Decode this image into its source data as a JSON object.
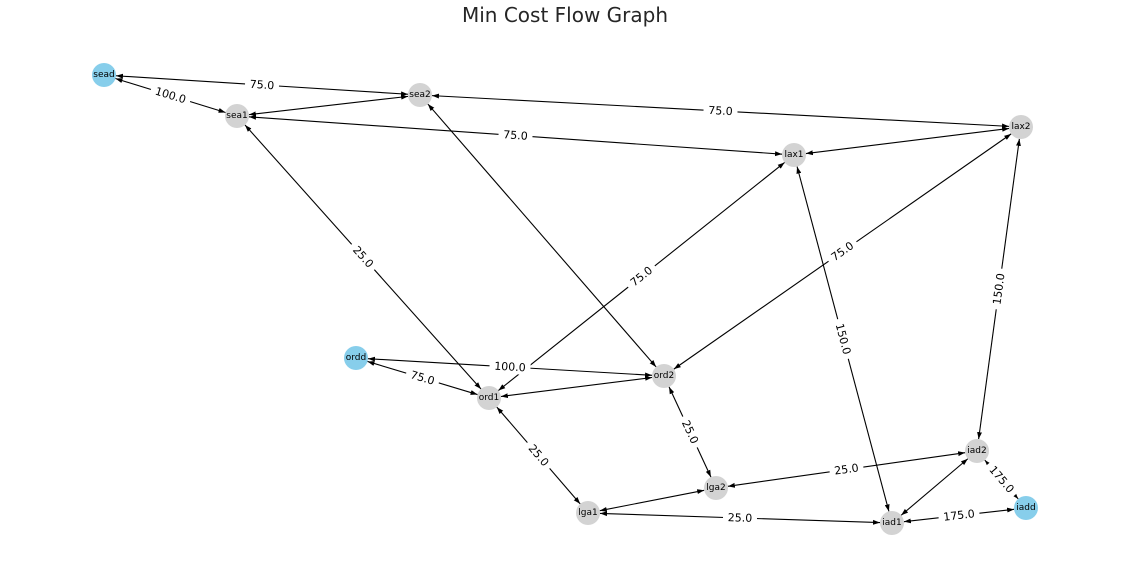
{
  "title": "Min Cost Flow Graph",
  "colors": {
    "terminal_node": "#87ceeb",
    "intermediate_node": "#d3d3d3",
    "edge": "#000000"
  },
  "nodes": [
    {
      "id": "sead",
      "label": "sead",
      "kind": "terminal"
    },
    {
      "id": "sea1",
      "label": "sea1",
      "kind": "intermediate"
    },
    {
      "id": "sea2",
      "label": "sea2",
      "kind": "intermediate"
    },
    {
      "id": "lax1",
      "label": "lax1",
      "kind": "intermediate"
    },
    {
      "id": "lax2",
      "label": "lax2",
      "kind": "intermediate"
    },
    {
      "id": "ordd",
      "label": "ordd",
      "kind": "terminal"
    },
    {
      "id": "ord1",
      "label": "ord1",
      "kind": "intermediate"
    },
    {
      "id": "ord2",
      "label": "ord2",
      "kind": "intermediate"
    },
    {
      "id": "lga1",
      "label": "lga1",
      "kind": "intermediate"
    },
    {
      "id": "lga2",
      "label": "lga2",
      "kind": "intermediate"
    },
    {
      "id": "iad1",
      "label": "iad1",
      "kind": "intermediate"
    },
    {
      "id": "iad2",
      "label": "iad2",
      "kind": "intermediate"
    },
    {
      "id": "iadd",
      "label": "iadd",
      "kind": "terminal"
    }
  ],
  "edges": [
    {
      "from": "sead",
      "to": "sea1",
      "label": "100.0",
      "bidirectional": true
    },
    {
      "from": "sead",
      "to": "sea2",
      "label": "75.0",
      "bidirectional": true
    },
    {
      "from": "sea1",
      "to": "sea2",
      "label": "",
      "bidirectional": true
    },
    {
      "from": "sea1",
      "to": "lax1",
      "label": "75.0",
      "bidirectional": true
    },
    {
      "from": "sea2",
      "to": "lax2",
      "label": "75.0",
      "bidirectional": true
    },
    {
      "from": "lax1",
      "to": "lax2",
      "label": "",
      "bidirectional": true
    },
    {
      "from": "sea1",
      "to": "ord1",
      "label": "25.0",
      "bidirectional": true
    },
    {
      "from": "sea2",
      "to": "ord2",
      "label": "",
      "bidirectional": true
    },
    {
      "from": "ord1",
      "to": "lax1",
      "label": "75.0",
      "bidirectional": true
    },
    {
      "from": "ord2",
      "to": "lax2",
      "label": "75.0",
      "bidirectional": true
    },
    {
      "from": "lax1",
      "to": "iad1",
      "label": "150.0",
      "bidirectional": true
    },
    {
      "from": "lax2",
      "to": "iad2",
      "label": "150.0",
      "bidirectional": true
    },
    {
      "from": "ordd",
      "to": "ord1",
      "label": "75.0",
      "bidirectional": true
    },
    {
      "from": "ordd",
      "to": "ord2",
      "label": "100.0",
      "bidirectional": true
    },
    {
      "from": "ord1",
      "to": "ord2",
      "label": "",
      "bidirectional": true
    },
    {
      "from": "ord1",
      "to": "lga1",
      "label": "25.0",
      "bidirectional": true
    },
    {
      "from": "ord2",
      "to": "lga2",
      "label": "25.0",
      "bidirectional": true
    },
    {
      "from": "lga1",
      "to": "lga2",
      "label": "",
      "bidirectional": true
    },
    {
      "from": "lga2",
      "to": "iad2",
      "label": "25.0",
      "bidirectional": true
    },
    {
      "from": "lga1",
      "to": "iad1",
      "label": "25.0",
      "bidirectional": true
    },
    {
      "from": "iad1",
      "to": "iad2",
      "label": "",
      "bidirectional": true
    },
    {
      "from": "iad1",
      "to": "iadd",
      "label": "175.0",
      "bidirectional": true
    },
    {
      "from": "iad2",
      "to": "iadd",
      "label": "175.0",
      "bidirectional": true
    }
  ]
}
